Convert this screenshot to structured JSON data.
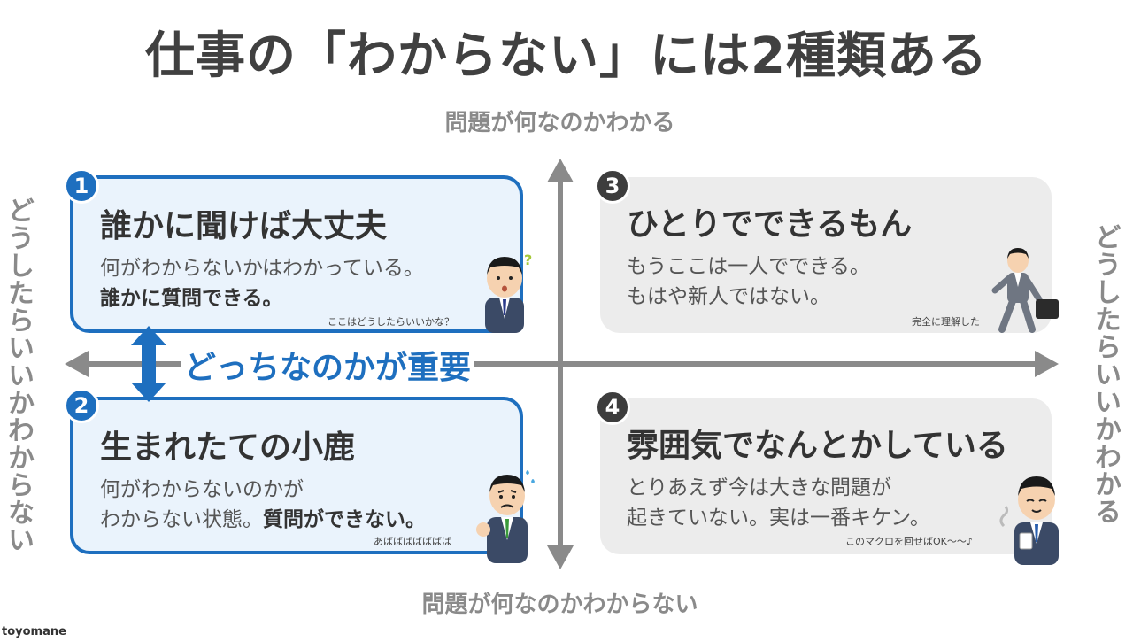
{
  "title": "仕事の「わからない」には2種類ある",
  "axes": {
    "top": "問題が何なのかわかる",
    "bottom": "問題が何なのかわからない",
    "left": "どうしたらいいかわからない",
    "right": "どうしたらいいかわかる"
  },
  "center_note": "どっちなのかが重要",
  "quadrants": [
    {
      "number": "1",
      "title": "誰かに聞けば大丈夫",
      "line1": "何がわからないかはわかっている。",
      "line2": "誰かに質問できる。",
      "caption": "ここはどうしたらいいかな？",
      "question_mark": "?"
    },
    {
      "number": "2",
      "title": "生まれたての小鹿",
      "line1": "何がわからないのかが",
      "line2_plain": "わからない状態。",
      "line2_bold": "質問ができない。",
      "caption": "あばばばばばばば"
    },
    {
      "number": "3",
      "title": "ひとりでできるもん",
      "line1": "もうここは一人でできる。",
      "line2": "もはや新人ではない。",
      "caption": "完全に理解した"
    },
    {
      "number": "4",
      "title": "雰囲気でなんとかしている",
      "line1": "とりあえず今は大きな問題が",
      "line2": "起きていない。実は一番キケン。",
      "caption": "このマクロを回せばOK～～♪"
    }
  ],
  "watermark": "toyomane",
  "colors": {
    "accent_blue": "#1e6fbf",
    "card_blue_bg": "#eaf3fc",
    "card_gray_bg": "#ececec",
    "axis_gray": "#8a8a8a"
  }
}
